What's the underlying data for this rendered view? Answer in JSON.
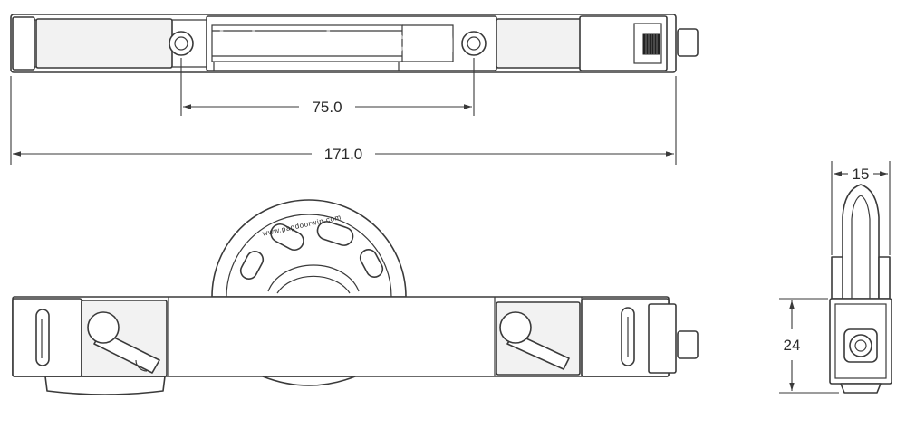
{
  "dimensions": {
    "hole_spacing": "75.0",
    "overall_length": "171.0",
    "width": "15",
    "height": "24"
  },
  "wheel_brand": "www.pagdoorwin.com",
  "watermark": "hdwindow.com",
  "colors": {
    "line": "#3a3a3a",
    "background": "#ffffff"
  }
}
